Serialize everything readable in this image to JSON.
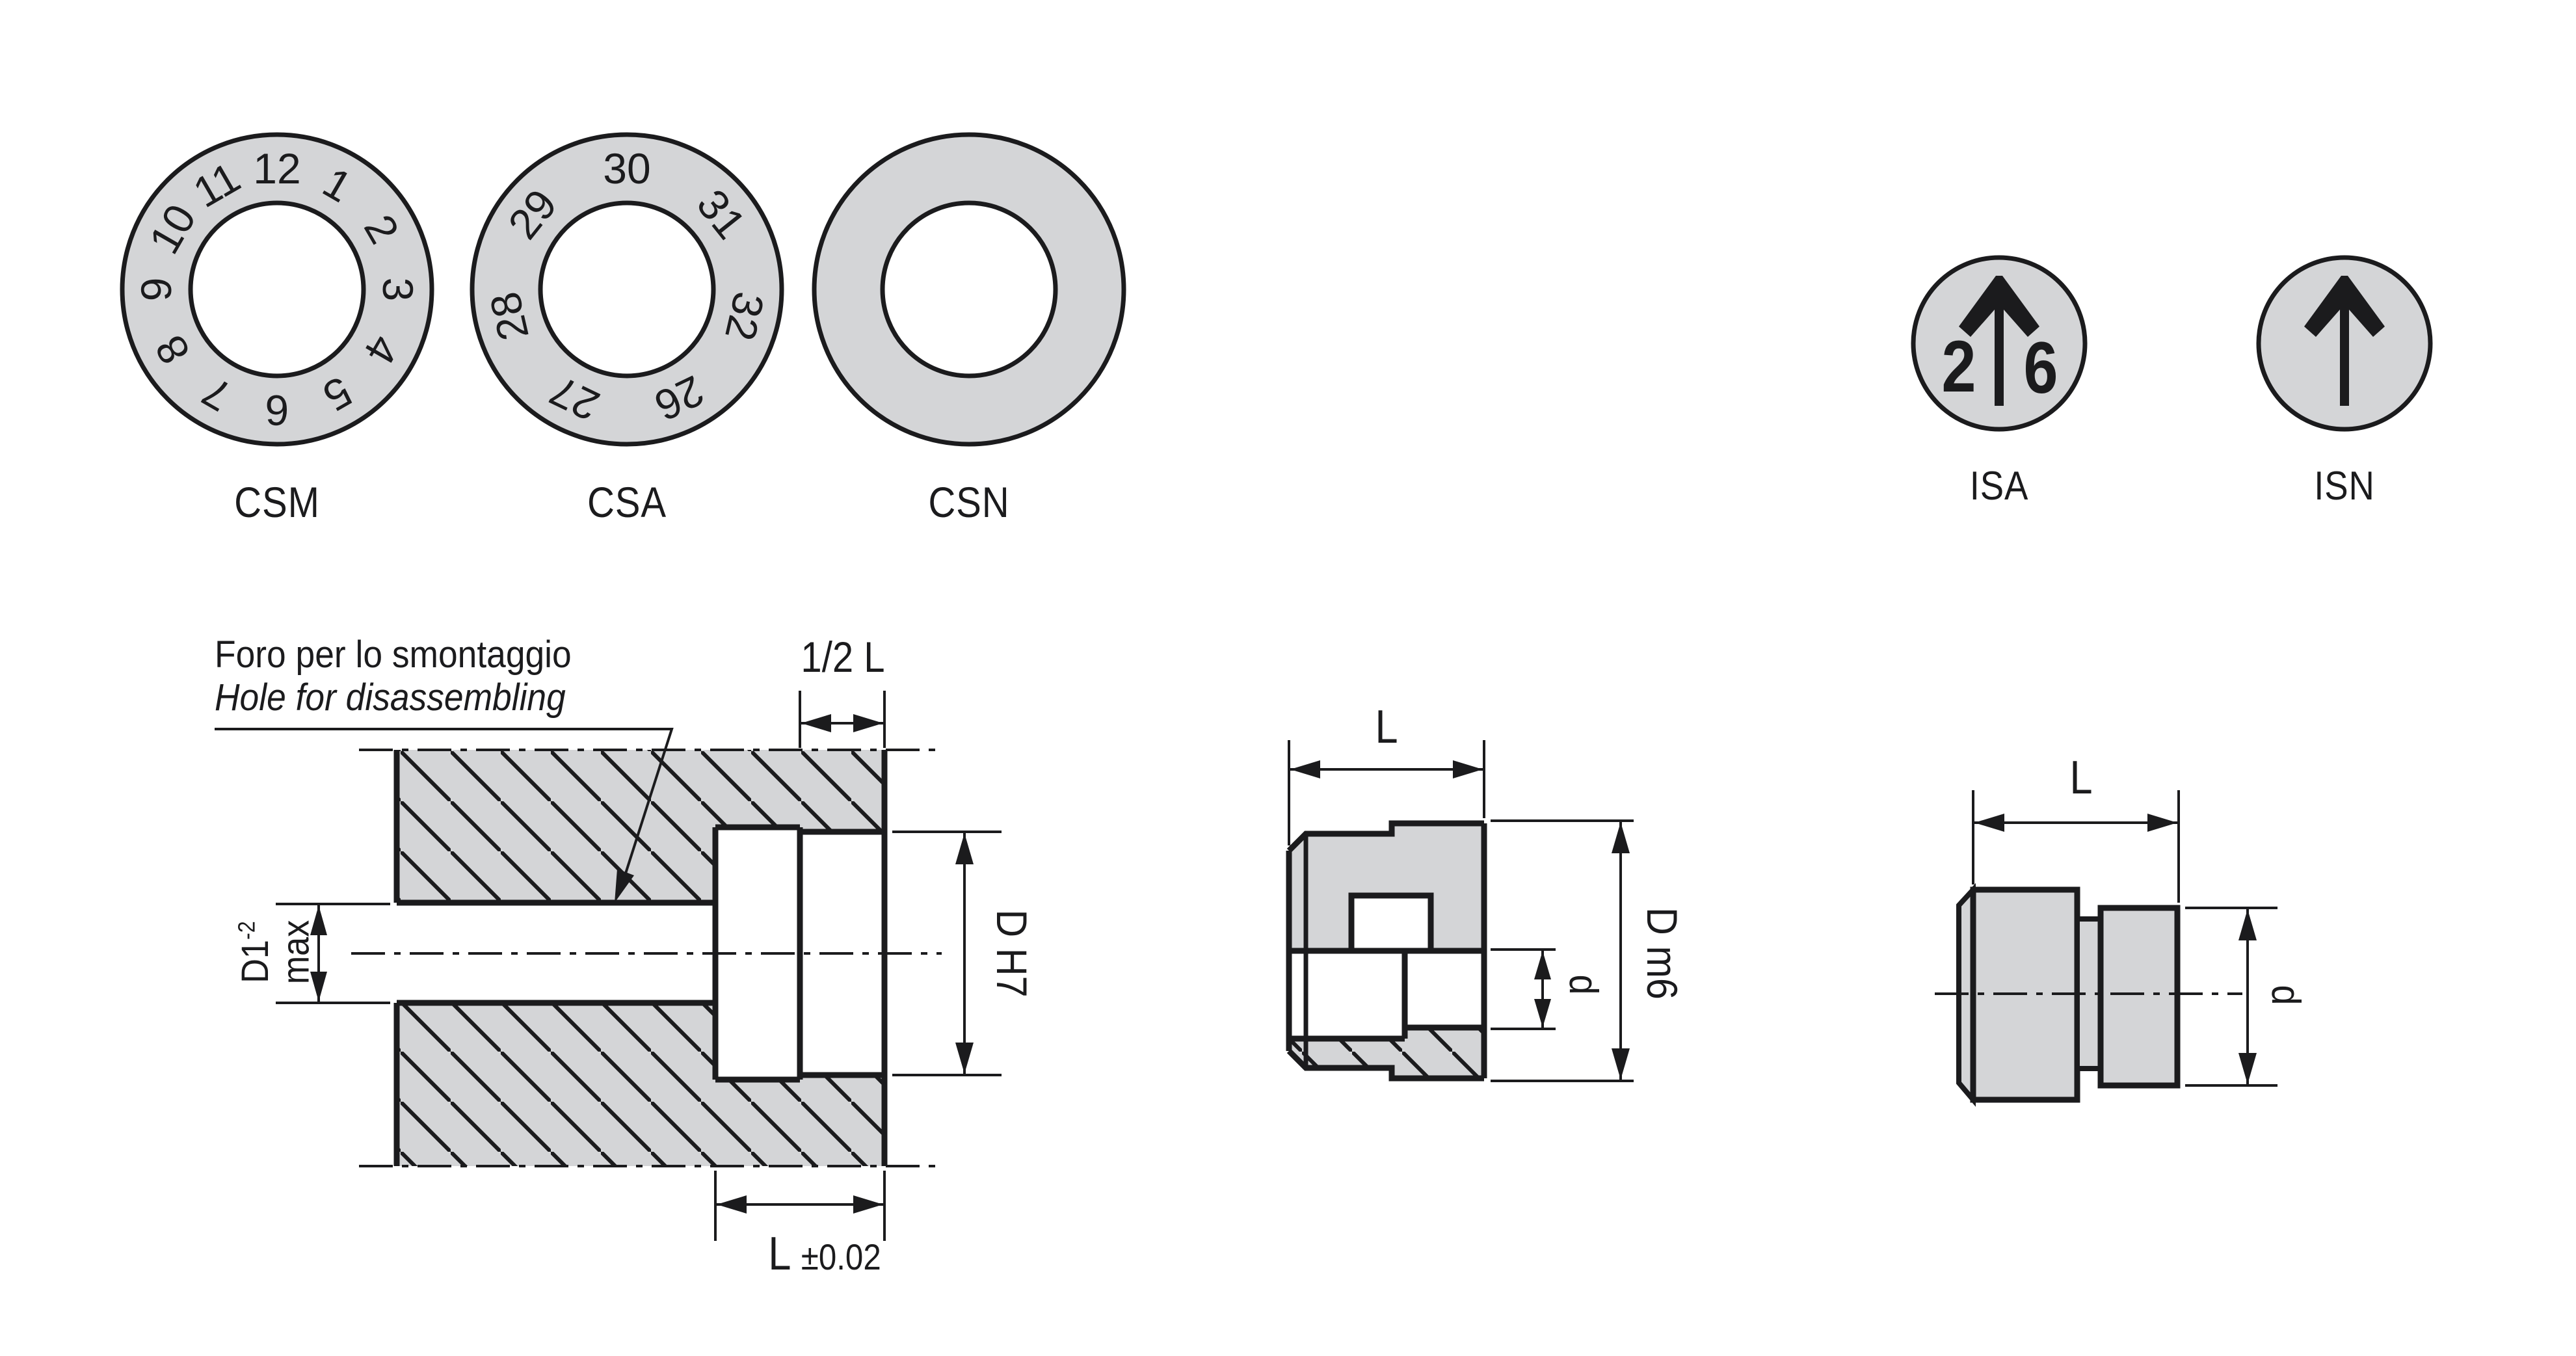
{
  "page": {
    "background": "#ffffff",
    "line_color": "#1b1b1d",
    "fill_gray": "#d4d5d7"
  },
  "rings": {
    "csm": {
      "label": "CSM",
      "numbers": [
        "12",
        "1",
        "2",
        "3",
        "4",
        "5",
        "6",
        "7",
        "8",
        "9",
        "10",
        "11"
      ]
    },
    "csa": {
      "label": "CSA",
      "numbers": [
        "30",
        "31",
        "32",
        "26",
        "27",
        "28",
        "29"
      ]
    },
    "csn": {
      "label": "CSN"
    }
  },
  "indicators": {
    "isa": {
      "label": "ISA",
      "digit_left": "2",
      "digit_right": "6"
    },
    "isn": {
      "label": "ISN"
    }
  },
  "mounting_view": {
    "note_line1": "Foro per lo smontaggio",
    "note_line2": "Hole for disassembling",
    "dim_half_length": "1/2 L",
    "dim_bore": "D1",
    "dim_bore_tol": "-2",
    "dim_bore_max": "max",
    "dim_fit": "D H7",
    "dim_length": "L",
    "dim_length_tol": "±0.02"
  },
  "insert_view": {
    "dim_length": "L",
    "dim_outer": "D m6",
    "dim_core": "d"
  },
  "arrow_insert_view": {
    "dim_length": "L",
    "dim_head": "d"
  }
}
